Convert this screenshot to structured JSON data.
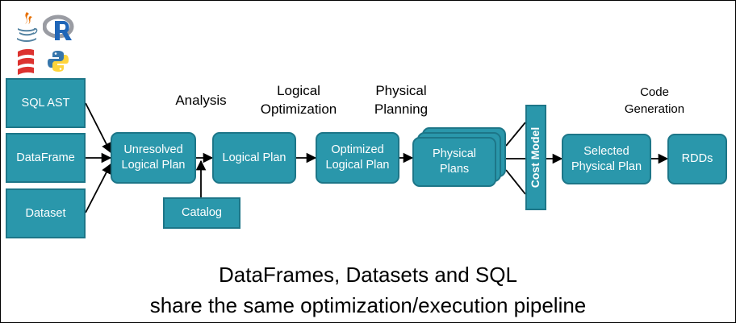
{
  "inputs": [
    {
      "label": "SQL AST"
    },
    {
      "label": "DataFrame"
    },
    {
      "label": "Dataset"
    }
  ],
  "nodes": {
    "unresolved": "Unresolved\nLogical Plan",
    "logical_plan": "Logical Plan",
    "optimized": "Optimized\nLogical Plan",
    "physical_plans": "Physical\nPlans",
    "cost_model": "Cost Model",
    "selected": "Selected\nPhysical Plan",
    "rdds": "RDDs",
    "catalog": "Catalog"
  },
  "stages": {
    "analysis": "Analysis",
    "logical_optimization": "Logical\nOptimization",
    "physical_planning": "Physical\nPlanning",
    "code_generation": "Code\nGeneration"
  },
  "caption": {
    "line1": "DataFrames, Datasets and SQL",
    "line2": "share the same optimization/execution pipeline"
  },
  "language_icons": [
    "java-icon",
    "r-icon",
    "scala-icon",
    "python-icon"
  ],
  "colors": {
    "box_fill": "#2a97ab",
    "box_border": "#1d7688",
    "text": "#000000"
  }
}
